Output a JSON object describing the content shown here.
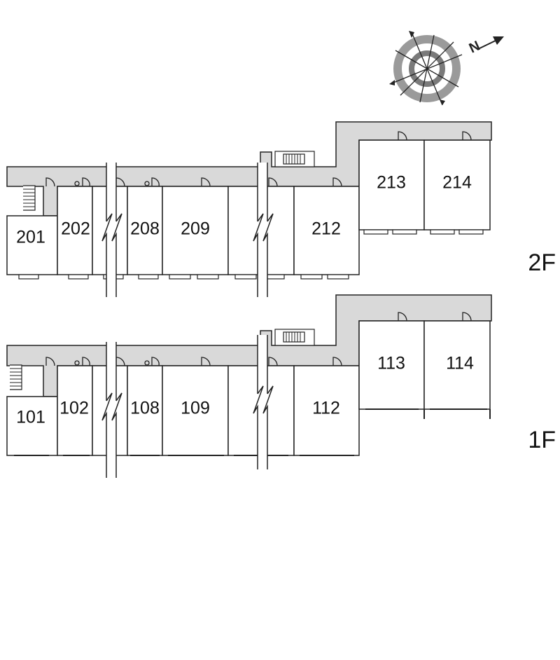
{
  "floors": {
    "second": {
      "label": "2F",
      "rooms": [
        "201",
        "202",
        "208",
        "209",
        "212",
        "213",
        "214"
      ]
    },
    "first": {
      "label": "1F",
      "rooms": [
        "101",
        "102",
        "108",
        "109",
        "112",
        "113",
        "114"
      ]
    }
  },
  "compass": {
    "icon": "compass-icon",
    "north_mark": "N"
  },
  "colors": {
    "corridor": "#d9d9d9",
    "line": "#222222",
    "compass_ring": "#9a9a9a"
  }
}
